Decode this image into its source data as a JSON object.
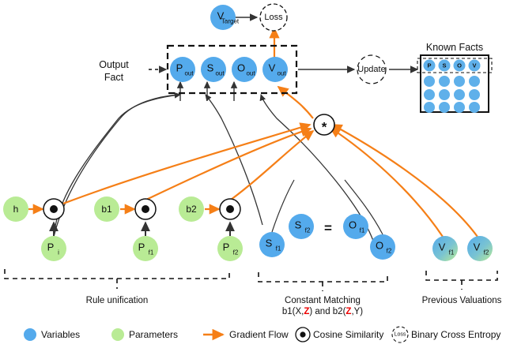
{
  "figure": {
    "title_label_output_fact": "Output\nFact",
    "output_fact_line1": "Output",
    "output_fact_line2": "Fact"
  },
  "top": {
    "v_target": {
      "main": "V",
      "sub": "Target"
    },
    "loss": "Loss",
    "update": "Update",
    "known_facts_title": "Known Facts"
  },
  "output_fact": {
    "nodes": [
      {
        "main": "P",
        "sub": "out"
      },
      {
        "main": "S",
        "sub": "out"
      },
      {
        "main": "O",
        "sub": "out"
      },
      {
        "main": "V",
        "sub": "out"
      }
    ]
  },
  "known_facts": {
    "headers": [
      "P",
      "S",
      "O",
      "V"
    ],
    "rows": 3,
    "cols": 4
  },
  "operators": {
    "product": "*",
    "cosine_glyph": "●",
    "equals": "="
  },
  "rule_unification": {
    "pairs": [
      {
        "input": "h",
        "param": {
          "main": "P",
          "sub": "i"
        }
      },
      {
        "input": "b1",
        "param": {
          "main": "P",
          "sub": "f1"
        }
      },
      {
        "input": "b2",
        "param": {
          "main": "P",
          "sub": "f2"
        }
      }
    ]
  },
  "constant_matching": {
    "nodes": [
      {
        "main": "S",
        "sub": "f1"
      },
      {
        "main": "S",
        "sub": "f2"
      },
      {
        "main": "O",
        "sub": "f1"
      },
      {
        "main": "O",
        "sub": "f2"
      }
    ]
  },
  "previous_valuations": {
    "nodes": [
      {
        "main": "V",
        "sub": "f1"
      },
      {
        "main": "V",
        "sub": "f2"
      }
    ]
  },
  "group_captions": {
    "rule_unification": "Rule unification",
    "constant_matching_line1": "Constant Matching",
    "constant_matching_line2_parts": [
      {
        "text": "b1(X,",
        "color": "#111111"
      },
      {
        "text": "Z",
        "color": "#ee0000"
      },
      {
        "text": ") and b2(",
        "color": "#111111"
      },
      {
        "text": "Z",
        "color": "#ee0000"
      },
      {
        "text": ",Y)",
        "color": "#111111"
      }
    ],
    "previous_valuations": "Previous Valuations"
  },
  "legend": [
    {
      "kind": "circle-blue",
      "label": "Variables",
      "color": "#54aaec"
    },
    {
      "kind": "circle-green",
      "label": "Parameters",
      "color": "#b9eb95"
    },
    {
      "kind": "arrow-orange",
      "label": "Gradient Flow",
      "color": "#f57f17"
    },
    {
      "kind": "cosine-node",
      "label": "Cosine Similarity",
      "color": "#111111"
    },
    {
      "kind": "loss-node",
      "label": "Binary Cross Entropy",
      "color": "#111111"
    }
  ],
  "colors": {
    "variable_blue": "#54aaec",
    "parameter_green": "#b9eb95",
    "gradient_orange": "#f57f17",
    "edge_black": "#333333",
    "equals_red": "#ee0000",
    "known_fact_circle": "#5fb0ea"
  }
}
